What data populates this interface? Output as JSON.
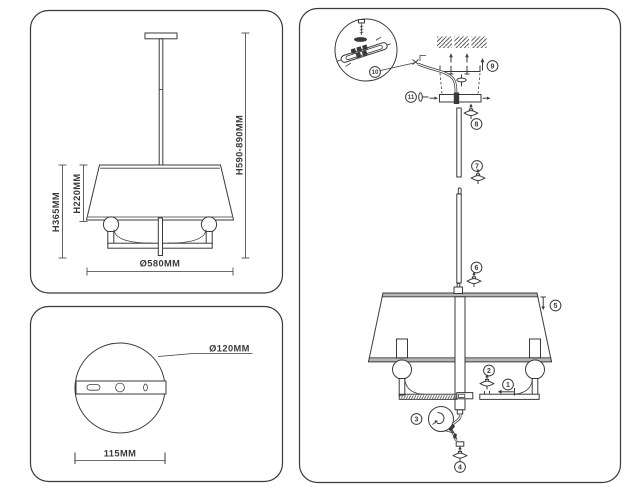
{
  "front_view": {
    "height_total": "H590-890MM",
    "height_fixture": "H365MM",
    "height_shade": "H220MM",
    "shade_diameter": "Ø580MM"
  },
  "canopy_view": {
    "canopy_diameter": "Ø120MM",
    "plate_width": "115MM"
  },
  "assembly": {
    "part_labels": [
      "1",
      "2",
      "3",
      "4",
      "5",
      "6",
      "7",
      "8",
      "9",
      "10",
      "11"
    ]
  },
  "colors": {
    "line": "#3a3a3a",
    "background": "#ffffff",
    "shade_rim": "#b5b5b5"
  }
}
